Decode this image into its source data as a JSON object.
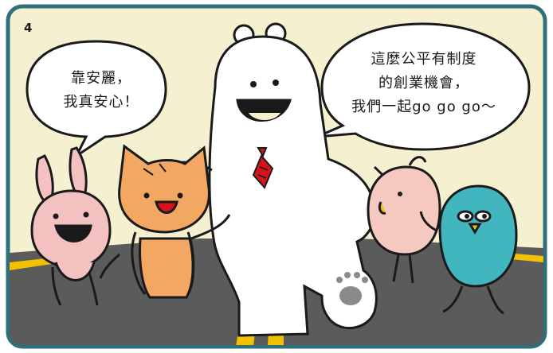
{
  "panel": {
    "number": "4"
  },
  "speech": {
    "left": {
      "line1": "靠安麗，",
      "line2": "我真安心！"
    },
    "right": {
      "line1": "這麼公平有制度",
      "line2": "的創業機會，",
      "line3": "我們一起go go go～"
    }
  },
  "colors": {
    "frame": "#2e6f7a",
    "sky": "#f5f0cf",
    "road": "#5b5b5b",
    "lane": "#f2c200",
    "bear": "#ffffff",
    "tie": "#d6121d",
    "cat": "#f2a862",
    "rabbit": "#f3c1c0",
    "chick": "#f5c8c0",
    "blue_bird": "#41b6bf"
  }
}
